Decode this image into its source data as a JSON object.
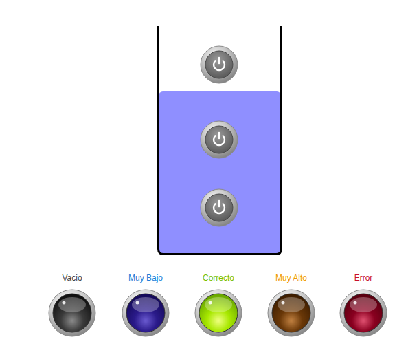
{
  "diagram": {
    "nodes": [
      {
        "text": [
          "Vacio"
        ]
      },
      {
        "text": [
          "Muy Bajo"
        ]
      },
      {
        "text": [
          "Correcto"
        ]
      },
      {
        "text": [
          "Muy Alto"
        ]
      },
      {
        "text": [
          "Error"
        ]
      }
    ]
  }
}
